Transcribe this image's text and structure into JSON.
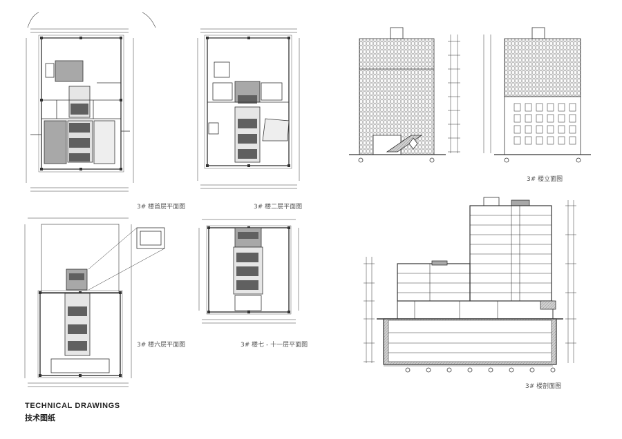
{
  "captions": {
    "ground_floor_plan": "3# 楼首层平面图",
    "second_floor_plan": "3# 楼二层平面图",
    "sixth_floor_plan": "3# 楼六层平面图",
    "typical_floor_plan": "3# 楼七 - 十一层平面图",
    "elevations": "3# 楼立面图",
    "section": "3# 楼剖面图"
  },
  "footer": {
    "title_en": "TECHNICAL  DRAWINGS",
    "title_zh": "技术图纸"
  },
  "colors": {
    "line": "#333333",
    "fill_gray": "#a8a8a8",
    "fill_dark": "#606060",
    "caption": "#555555"
  }
}
